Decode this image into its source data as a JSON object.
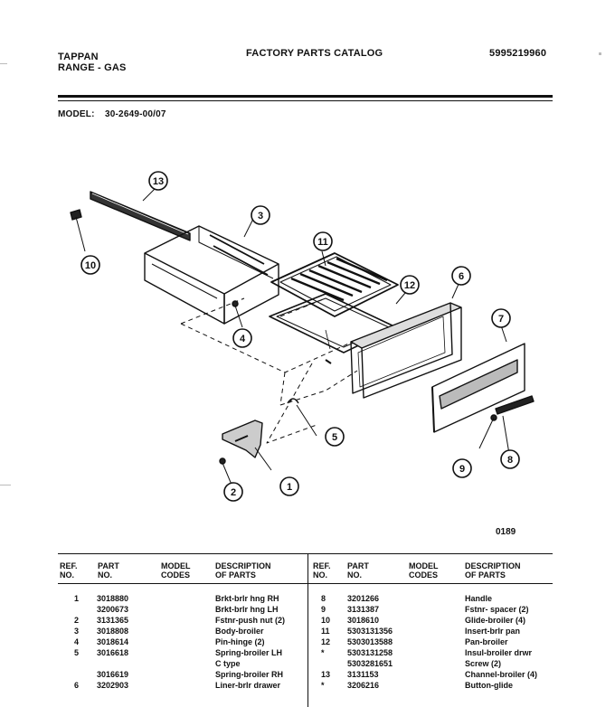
{
  "header": {
    "brand": "TAPPAN",
    "product": "RANGE - GAS",
    "catalog_title": "FACTORY PARTS CATALOG",
    "catalog_number": "5995219960",
    "model_label": "MODEL:",
    "model_value": "30-2649-00/07"
  },
  "diagram": {
    "code": "0189",
    "callouts": [
      "13",
      "3",
      "10",
      "11",
      "12",
      "6",
      "7",
      "4",
      "5",
      "9",
      "8",
      "2",
      "1"
    ]
  },
  "table": {
    "headers": {
      "ref": [
        "REF.",
        "NO."
      ],
      "part": [
        "PART",
        "NO."
      ],
      "model": [
        "MODEL",
        "CODES"
      ],
      "desc": [
        "DESCRIPTION",
        "OF PARTS"
      ]
    },
    "left_rows": [
      {
        "ref": "1",
        "part": "3018880",
        "desc": "Brkt-brlr hng RH"
      },
      {
        "ref": "",
        "part": "3200673",
        "desc": "Brkt-brlr hng LH"
      },
      {
        "ref": "2",
        "part": "3131365",
        "desc": "Fstnr-push nut (2)"
      },
      {
        "ref": "3",
        "part": "3018808",
        "desc": "Body-broiler"
      },
      {
        "ref": "4",
        "part": "3018614",
        "desc": "Pin-hinge (2)"
      },
      {
        "ref": "5",
        "part": "3016618",
        "desc": "Spring-broiler LH"
      },
      {
        "ref": "",
        "part": "",
        "desc": "C type"
      },
      {
        "ref": "",
        "part": "3016619",
        "desc": "Spring-broiler RH"
      },
      {
        "ref": "6",
        "part": "3202903",
        "desc": "Liner-brlr drawer"
      }
    ],
    "right_rows": [
      {
        "ref": "8",
        "part": "3201266",
        "desc": "Handle"
      },
      {
        "ref": "9",
        "part": "3131387",
        "desc": "Fstnr- spacer (2)"
      },
      {
        "ref": "10",
        "part": "3018610",
        "desc": "Glide-broiler (4)"
      },
      {
        "ref": "11",
        "part": "5303131356",
        "desc": "Insert-brlr pan"
      },
      {
        "ref": "12",
        "part": "5303013588",
        "desc": "Pan-broiler"
      },
      {
        "ref": "*",
        "part": "5303131258",
        "desc": "Insul-broiler drwr"
      },
      {
        "ref": "",
        "part": "5303281651",
        "desc": "Screw (2)"
      },
      {
        "ref": "13",
        "part": "3131153",
        "desc": "Channel-broiler (4)"
      },
      {
        "ref": "*",
        "part": "3206216",
        "desc": "Button-glide"
      }
    ]
  }
}
